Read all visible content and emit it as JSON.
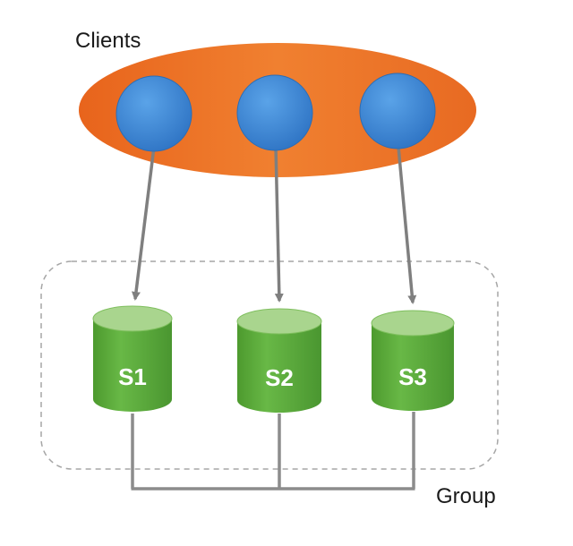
{
  "diagram": {
    "clients_label": "Clients",
    "group_label": "Group",
    "clients": [
      {
        "id": "client-1"
      },
      {
        "id": "client-2"
      },
      {
        "id": "client-3"
      }
    ],
    "servers": [
      {
        "label": "S1"
      },
      {
        "label": "S2"
      },
      {
        "label": "S3"
      }
    ],
    "colors": {
      "clients_ellipse": "#ee7428",
      "client_node": "#3f8ddb",
      "server_body": "#5cae3a",
      "server_top": "#a9d58e",
      "server_label": "#ffffff",
      "arrow": "#7f7f7f",
      "bus_line": "#8c8c8c",
      "group_border": "#a6a6a6",
      "text": "#1a1a1a"
    }
  }
}
